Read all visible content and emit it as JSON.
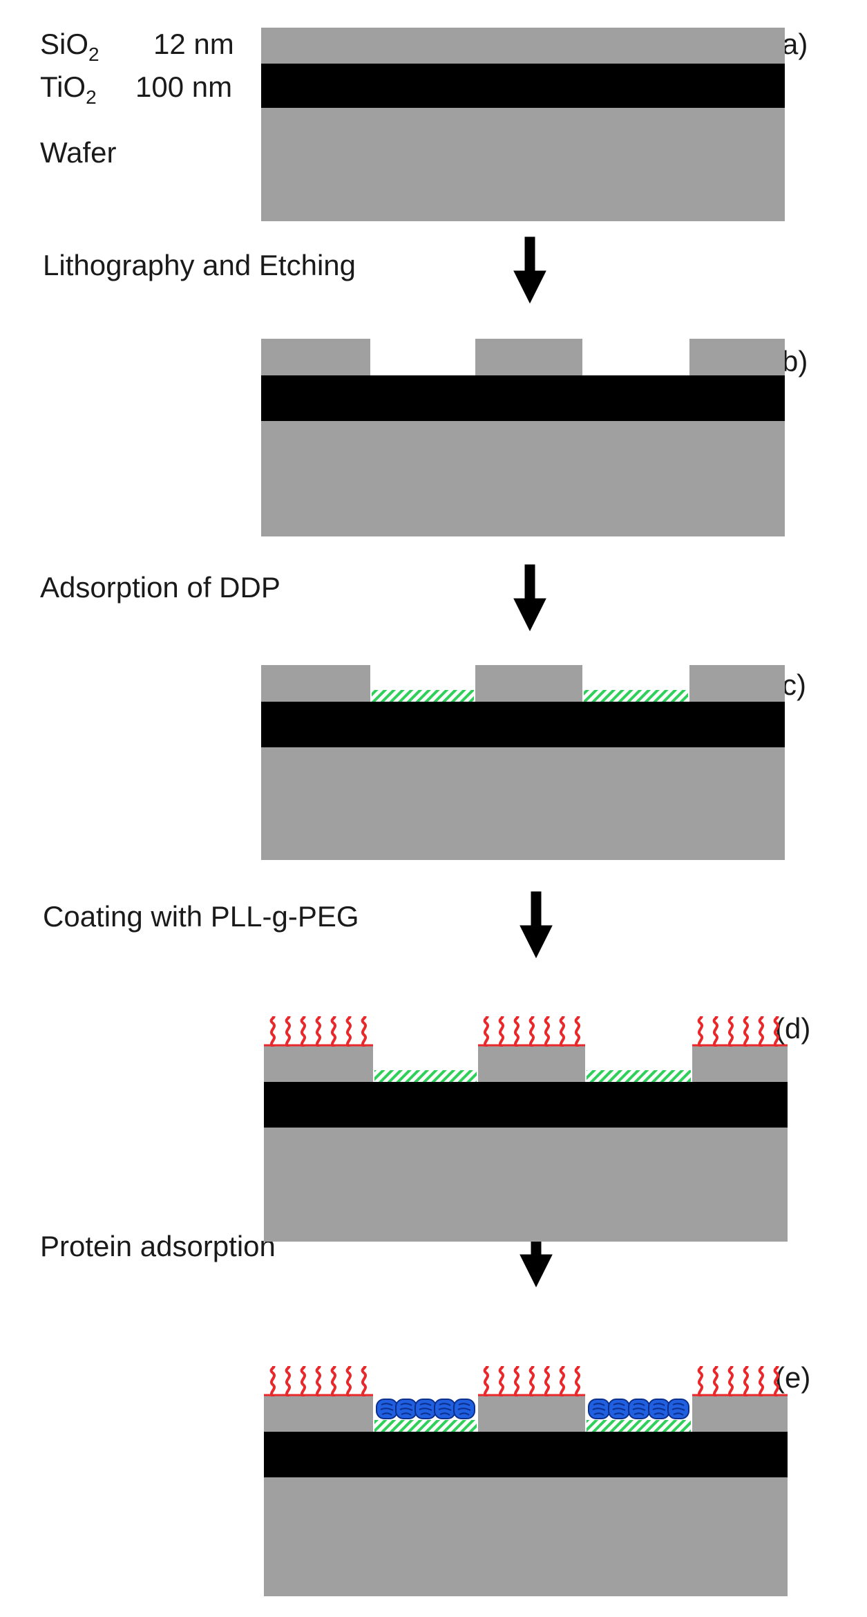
{
  "layer_labels": {
    "sio2": {
      "base": "SiO",
      "sub": "2",
      "thickness": "12 nm"
    },
    "tio2": {
      "base": "TiO",
      "sub": "2",
      "thickness": "100 nm"
    },
    "wafer": "Wafer"
  },
  "steps": [
    "Lithography and Etching",
    "Adsorption of DDP",
    "Coating with PLL-g-PEG",
    "Protein adsorption"
  ],
  "panel_labels": [
    "(a)",
    "(b)",
    "(c)",
    "(d)",
    "(e)"
  ],
  "colors": {
    "sio2": "#a0a0a0",
    "tio2": "#000000",
    "wafer": "#a0a0a0",
    "ddp": "#2fd05a",
    "peg": "#e8282a",
    "protein": "#1f5fe0"
  }
}
